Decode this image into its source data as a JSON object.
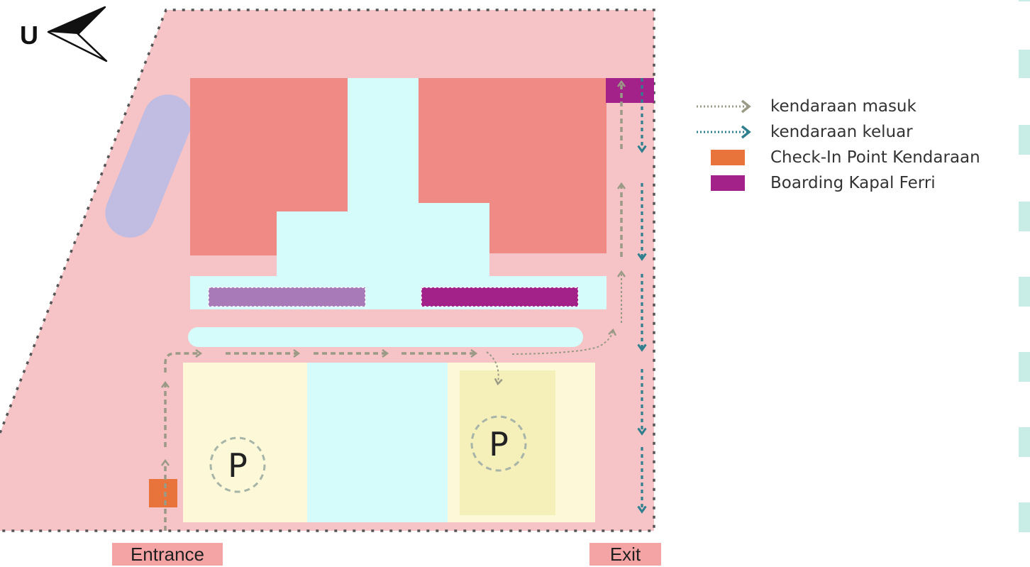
{
  "north_label": "U",
  "parking_left_label": "P",
  "parking_right_label": "P",
  "entrance_label": "Entrance",
  "exit_label": "Exit",
  "legend": {
    "items": [
      {
        "kind": "arrow",
        "label": "kendaraan masuk",
        "color": "#9a9a86"
      },
      {
        "kind": "arrow",
        "label": "kendaraan keluar",
        "color": "#2f7f8f"
      },
      {
        "kind": "swatch",
        "label": "Check-In Point Kendaraan",
        "color": "#e8743b"
      },
      {
        "kind": "swatch",
        "label": "Boarding Kapal Ferri",
        "color": "#a3228a"
      }
    ]
  },
  "colors": {
    "site": "#f6c4c6",
    "building": "#f08a84",
    "corridor": "#d6fbfb",
    "parking": "#fdf9d8",
    "parking_dark": "#f5efba",
    "pond": "#c0bce2",
    "checkin": "#e8743b",
    "boarding": "#a3228a",
    "boarding_light": "#a97ab8",
    "arrow_in": "#9a9a86",
    "arrow_out": "#2f7f8f"
  }
}
